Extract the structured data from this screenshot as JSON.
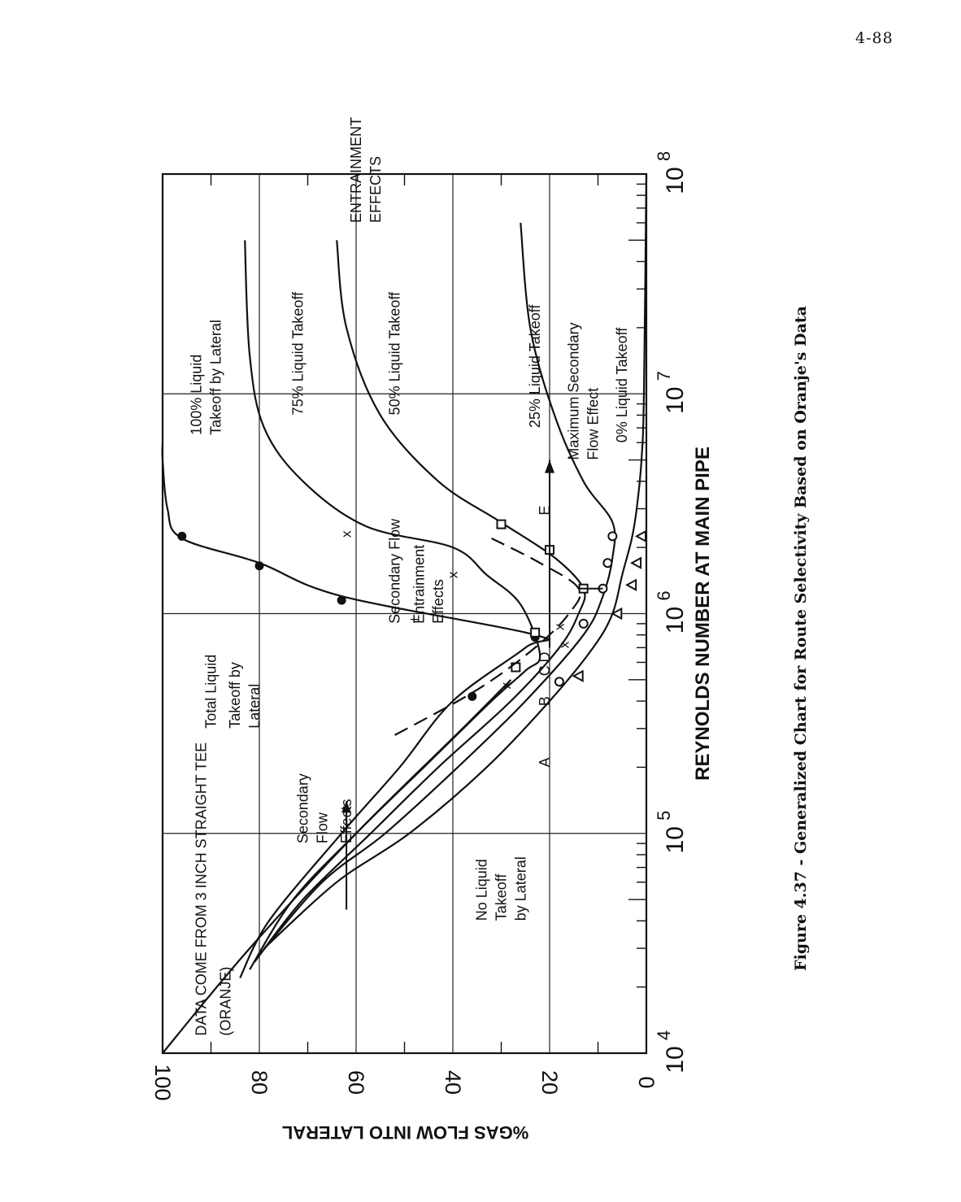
{
  "page_number": "4-88",
  "caption": "Figure 4.37 - Generalized Chart for Route Selectivity Based on Oranje's Data",
  "chart_data": {
    "type": "line",
    "xlabel": "REYNOLDS NUMBER AT MAIN PIPE",
    "ylabel": "%GAS FLOW INTO LATERAL",
    "xscale": "log",
    "xlim": [
      10000,
      100000000
    ],
    "ylim": [
      0,
      100
    ],
    "x_ticks": [
      {
        "value": 10000,
        "base": "10",
        "exp": "4"
      },
      {
        "value": 100000,
        "base": "10",
        "exp": "5"
      },
      {
        "value": 1000000,
        "base": "10",
        "exp": "6"
      },
      {
        "value": 10000000,
        "base": "10",
        "exp": "7"
      },
      {
        "value": 100000000,
        "base": "10",
        "exp": "8"
      }
    ],
    "y_ticks": [
      "0",
      "20",
      "40",
      "60",
      "80",
      "100"
    ],
    "grid": "major",
    "series": [
      {
        "name": "100% Liquid Takeoff by Lateral",
        "marker": "filled-circle",
        "x": [
          22000,
          40000,
          100000,
          200000,
          400000,
          700000,
          800000,
          1200000,
          1700000,
          2200000,
          3000000,
          5000000,
          6000000
        ],
        "y": [
          84,
          78,
          63,
          51,
          40,
          25,
          23,
          63,
          80,
          96,
          99,
          100,
          100
        ],
        "points": [
          {
            "x": 420000,
            "y": 36
          },
          {
            "x": 780000,
            "y": 23
          },
          {
            "x": 1150000,
            "y": 63
          },
          {
            "x": 1650000,
            "y": 80
          },
          {
            "x": 2250000,
            "y": 96
          }
        ]
      },
      {
        "name": "75% Liquid Takeoff",
        "marker": "x",
        "x": [
          24000,
          50000,
          100000,
          200000,
          400000,
          550000,
          650000,
          1100000,
          1500000,
          2000000,
          2500000,
          4000000,
          7000000,
          15000000,
          50000000
        ],
        "y": [
          82,
          73,
          60,
          46,
          32,
          25,
          22,
          26,
          33,
          40,
          58,
          71,
          79,
          82,
          83
        ],
        "points": [
          {
            "x": 470000,
            "y": 29
          },
          {
            "x": 720000,
            "y": 17
          },
          {
            "x": 870000,
            "y": 18
          },
          {
            "x": 1500000,
            "y": 40
          },
          {
            "x": 2300000,
            "y": 62
          }
        ]
      },
      {
        "name": "50% Liquid Takeoff",
        "marker": "square",
        "x": [
          26000,
          50000,
          100000,
          200000,
          400000,
          700000,
          1000000,
          1300000,
          1800000,
          2600000,
          4000000,
          8000000,
          20000000,
          50000000
        ],
        "y": [
          81,
          71,
          57,
          43,
          28,
          18,
          14,
          13,
          19,
          30,
          43,
          55,
          62,
          64
        ],
        "points": [
          {
            "x": 570000,
            "y": 27
          },
          {
            "x": 820000,
            "y": 23
          },
          {
            "x": 1300000,
            "y": 13
          },
          {
            "x": 1950000,
            "y": 20
          },
          {
            "x": 2550000,
            "y": 30
          }
        ]
      },
      {
        "name": "25% Liquid Takeoff",
        "marker": "open-circle",
        "x": [
          28000,
          60000,
          100000,
          200000,
          400000,
          800000,
          1200000,
          1800000,
          2600000,
          4000000,
          8000000,
          20000000,
          60000000
        ],
        "y": [
          80,
          67,
          54,
          39,
          25,
          13,
          9,
          7,
          7,
          13,
          19,
          24,
          26
        ],
        "points": [
          {
            "x": 490000,
            "y": 18
          },
          {
            "x": 900000,
            "y": 13
          },
          {
            "x": 1300000,
            "y": 9
          },
          {
            "x": 1700000,
            "y": 8
          },
          {
            "x": 2250000,
            "y": 7
          }
        ]
      },
      {
        "name": "0% Liquid Takeoff",
        "marker": "triangle",
        "x": [
          30000,
          60000,
          100000,
          200000,
          400000,
          700000,
          1000000,
          1500000,
          2200000,
          3000000,
          5000000,
          10000000,
          100000000
        ],
        "y": [
          79,
          64,
          49,
          33,
          20,
          11,
          7,
          5,
          3,
          2,
          1,
          0.5,
          0
        ],
        "points": [
          {
            "x": 520000,
            "y": 14
          },
          {
            "x": 1000000,
            "y": 6
          },
          {
            "x": 1350000,
            "y": 3
          },
          {
            "x": 1700000,
            "y": 2
          },
          {
            "x": 2250000,
            "y": 1
          }
        ]
      },
      {
        "name": "Total Liquid Takeoff by Lateral",
        "style": "dashed",
        "x": [
          280000,
          450000,
          700000,
          1000000,
          1300000,
          1700000,
          2200000
        ],
        "y": [
          52,
          35,
          23,
          16,
          14,
          22,
          32
        ]
      },
      {
        "name": "No Liquid Takeoff by Lateral",
        "x": [
          10000,
          30000,
          100000,
          300000,
          500000
        ],
        "y": [
          100,
          82,
          60,
          38,
          28
        ]
      }
    ],
    "annotations": [
      {
        "text": "DATA COME FROM 3 INCH STRAIGHT TEE",
        "x": 12000,
        "y": 92
      },
      {
        "text": "(ORANJE)",
        "x": 12000,
        "y": 87
      },
      {
        "text": "No Liquid",
        "x": 40000,
        "y": 34
      },
      {
        "text": "Takeoff",
        "x": 40000,
        "y": 30
      },
      {
        "text": "by Lateral",
        "x": 40000,
        "y": 26
      },
      {
        "text": "Secondary",
        "x": 90000,
        "y": 71
      },
      {
        "text": "Flow",
        "x": 90000,
        "y": 67
      },
      {
        "text": "Effects",
        "x": 90000,
        "y": 62
      },
      {
        "text": "Total Liquid",
        "x": 300000,
        "y": 90
      },
      {
        "text": "Takeoff by",
        "x": 300000,
        "y": 85
      },
      {
        "text": "Lateral",
        "x": 300000,
        "y": 81
      },
      {
        "text": "Secondary Flow",
        "x": 900000,
        "y": 52
      },
      {
        "text": "+",
        "x": 900000,
        "y": 48
      },
      {
        "text": "Entrainment",
        "x": 900000,
        "y": 47
      },
      {
        "text": "Effects",
        "x": 900000,
        "y": 43
      },
      {
        "text": "100% Liquid",
        "x": 6500000,
        "y": 93
      },
      {
        "text": "Takeoff by Lateral",
        "x": 6500000,
        "y": 89
      },
      {
        "text": "75% Liquid Takeoff",
        "x": 8000000,
        "y": 72
      },
      {
        "text": "50% Liquid Takeoff",
        "x": 8000000,
        "y": 52
      },
      {
        "text": "25% Liquid Takeoff",
        "x": 7000000,
        "y": 23
      },
      {
        "text": "Maximum Secondary",
        "x": 5000000,
        "y": 15
      },
      {
        "text": "Flow Effect",
        "x": 5000000,
        "y": 11
      },
      {
        "text": "0% Liquid Takeoff",
        "x": 6000000,
        "y": 5
      },
      {
        "text": "ENTRAINMENT",
        "x": 60000000,
        "y": 60
      },
      {
        "text": "EFFECTS",
        "x": 60000000,
        "y": 56
      },
      {
        "text": "A",
        "x": 200000,
        "y": 21
      },
      {
        "text": "B",
        "x": 380000,
        "y": 21
      },
      {
        "text": "C",
        "x": 520000,
        "y": 21
      },
      {
        "text": "D",
        "x": 600000,
        "y": 21
      },
      {
        "text": "E",
        "x": 2800000,
        "y": 21
      }
    ]
  }
}
